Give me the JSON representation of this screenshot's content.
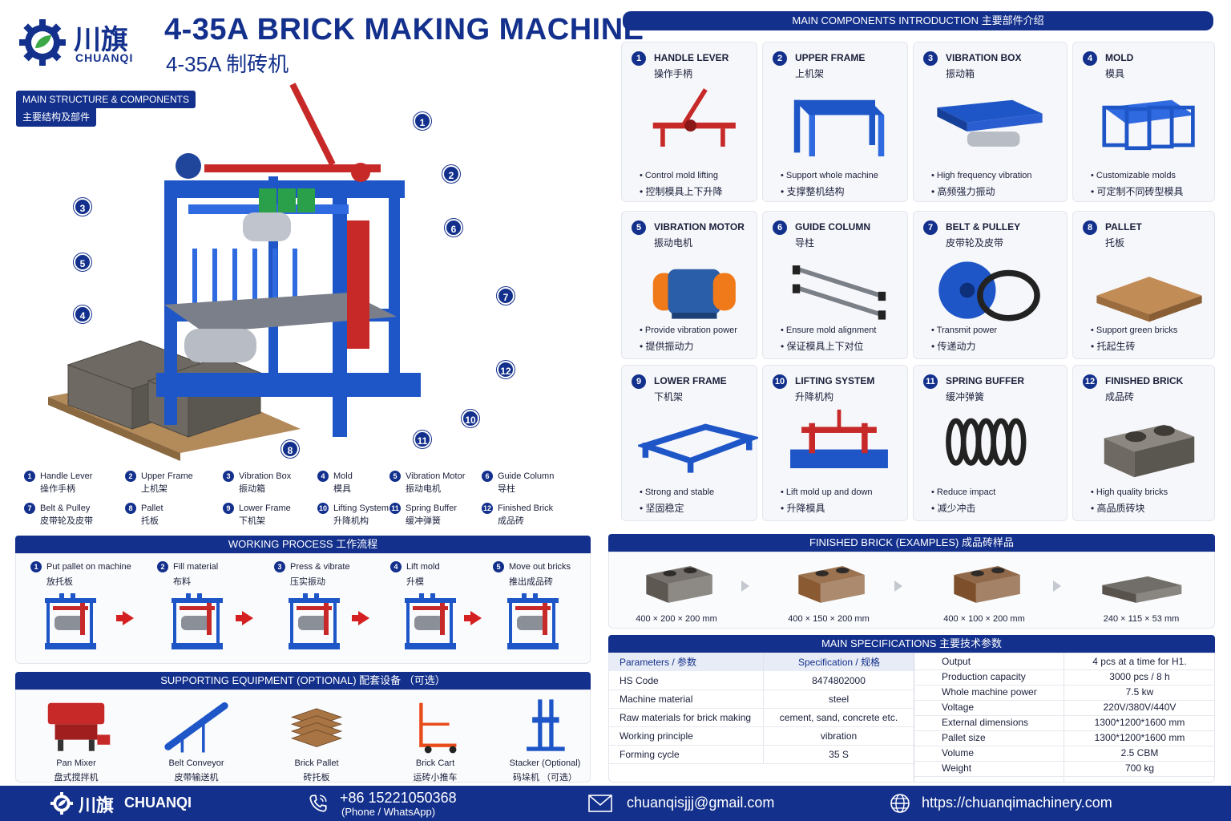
{
  "brand": {
    "cn": "川旗",
    "en": "CHUANQI"
  },
  "title": {
    "en": "4-35A BRICK MAKING MACHINE",
    "cn": "4-35A 制砖机"
  },
  "structure": {
    "label_en": "MAIN STRUCTURE & COMPONENTS",
    "label_cn": "主要结构及部件"
  },
  "callouts": [
    "1",
    "2",
    "3",
    "4",
    "5",
    "6",
    "7",
    "8",
    "10",
    "11",
    "12"
  ],
  "legend": [
    {
      "n": "1",
      "en": "Handle Lever",
      "cn": "操作手柄"
    },
    {
      "n": "2",
      "en": "Upper Frame",
      "cn": "上机架"
    },
    {
      "n": "3",
      "en": "Vibration Box",
      "cn": "振动箱"
    },
    {
      "n": "4",
      "en": "Mold",
      "cn": "模具"
    },
    {
      "n": "5",
      "en": "Vibration Motor",
      "cn": "振动电机"
    },
    {
      "n": "6",
      "en": "Guide Column",
      "cn": "导柱"
    },
    {
      "n": "7",
      "en": "Belt & Pulley",
      "cn": "皮带轮及皮带"
    },
    {
      "n": "8",
      "en": "Pallet",
      "cn": "托板"
    },
    {
      "n": "9",
      "en": "Lower Frame",
      "cn": "下机架"
    },
    {
      "n": "10",
      "en": "Lifting System",
      "cn": "升降机构"
    },
    {
      "n": "11",
      "en": "Spring Buffer",
      "cn": "缓冲弹簧"
    },
    {
      "n": "12",
      "en": "Finished Brick",
      "cn": "成品砖"
    }
  ],
  "components": {
    "header": "MAIN COMPONENTS INTRODUCTION   主要部件介绍",
    "items": [
      {
        "n": "1",
        "en": "HANDLE LEVER",
        "cn": "操作手柄",
        "b_en": "• Control mold lifting",
        "b_cn": "• 控制模具上下升降",
        "icon": "handle-lever"
      },
      {
        "n": "2",
        "en": "UPPER FRAME",
        "cn": "上机架",
        "b_en": "• Support whole machine",
        "b_cn": "• 支撑整机结构",
        "icon": "upper-frame"
      },
      {
        "n": "3",
        "en": "VIBRATION BOX",
        "cn": "振动箱",
        "b_en": "• High frequency vibration",
        "b_cn": "• 高频强力振动",
        "icon": "vibration-box"
      },
      {
        "n": "4",
        "en": "MOLD",
        "cn": "模具",
        "b_en": "• Customizable molds",
        "b_cn": "• 可定制不同砖型模具",
        "icon": "mold"
      },
      {
        "n": "5",
        "en": "VIBRATION MOTOR",
        "cn": "振动电机",
        "b_en": "• Provide vibration power",
        "b_cn": "• 提供振动力",
        "icon": "vibration-motor"
      },
      {
        "n": "6",
        "en": "GUIDE COLUMN",
        "cn": "导柱",
        "b_en": "• Ensure mold alignment",
        "b_cn": "• 保证模具上下对位",
        "icon": "guide-column"
      },
      {
        "n": "7",
        "en": "BELT & PULLEY",
        "cn": "皮带轮及皮带",
        "b_en": "• Transmit power",
        "b_cn": "• 传递动力",
        "icon": "belt-pulley"
      },
      {
        "n": "8",
        "en": "PALLET",
        "cn": "托板",
        "b_en": "• Support green bricks",
        "b_cn": "• 托起生砖",
        "icon": "pallet"
      },
      {
        "n": "9",
        "en": "LOWER FRAME",
        "cn": "下机架",
        "b_en": "• Strong and stable",
        "b_cn": "• 坚固稳定",
        "icon": "lower-frame"
      },
      {
        "n": "10",
        "en": "LIFTING SYSTEM",
        "cn": "升降机构",
        "b_en": "• Lift mold up and down",
        "b_cn": "• 升降模具",
        "icon": "lifting-system"
      },
      {
        "n": "11",
        "en": "SPRING BUFFER",
        "cn": "缓冲弹簧",
        "b_en": "• Reduce impact",
        "b_cn": "• 减少冲击",
        "icon": "spring-buffer"
      },
      {
        "n": "12",
        "en": "FINISHED BRICK",
        "cn": "成品砖",
        "b_en": "• High quality bricks",
        "b_cn": "• 高品质砖块",
        "icon": "finished-brick"
      }
    ]
  },
  "process": {
    "header": "WORKING PROCESS   工作流程",
    "steps": [
      {
        "n": "1",
        "en": "Put pallet on machine",
        "cn": "放托板"
      },
      {
        "n": "2",
        "en": "Fill material",
        "cn": "布料"
      },
      {
        "n": "3",
        "en": "Press & vibrate",
        "cn": "压实振动"
      },
      {
        "n": "4",
        "en": "Lift mold",
        "cn": "升模"
      },
      {
        "n": "5",
        "en": "Move out bricks",
        "cn": "推出成品砖"
      }
    ]
  },
  "bricks": {
    "header": "FINISHED BRICK (EXAMPLES)   成品砖样品",
    "items": [
      {
        "size": "400 × 200 × 200 mm",
        "color": "#5e5852"
      },
      {
        "size": "400 × 150 × 200 mm",
        "color": "#8a5a32"
      },
      {
        "size": "400 × 100 × 200 mm",
        "color": "#7d4f2a"
      },
      {
        "size": "240 × 115 × 53 mm",
        "color": "#58534d"
      }
    ]
  },
  "equipment": {
    "header": "SUPPORTING EQUIPMENT (OPTIONAL)   配套设备 （可选）",
    "items": [
      {
        "en": "Pan Mixer",
        "cn": "盘式搅拌机"
      },
      {
        "en": "Belt Conveyor",
        "cn": "皮带输送机"
      },
      {
        "en": "Brick Pallet",
        "cn": "砖托板"
      },
      {
        "en": "Brick Cart",
        "cn": "运砖小推车"
      },
      {
        "en": "Stacker (Optional)",
        "cn": "码垛机 （可选）"
      }
    ]
  },
  "specs": {
    "header": "MAIN SPECIFICATIONS   主要技术参数",
    "col_param": "Parameters / 参数",
    "col_spec": "Specification / 规格",
    "left": [
      {
        "k": "HS Code",
        "v": "8474802000"
      },
      {
        "k": "Machine material",
        "v": "steel"
      },
      {
        "k": "Raw materials for brick making",
        "v": "cement, sand, concrete etc."
      },
      {
        "k": "Working principle",
        "v": "vibration"
      },
      {
        "k": "Forming cycle",
        "v": "35 S"
      }
    ],
    "right": [
      {
        "k": "Output",
        "v": "4 pcs at a time for H1."
      },
      {
        "k": "Production capacity",
        "v": "3000 pcs / 8 h"
      },
      {
        "k": "Whole machine power",
        "v": "7.5 kw"
      },
      {
        "k": "Voltage",
        "v": "220V/380V/440V"
      },
      {
        "k": "External dimensions",
        "v": "1300*1200*1600 mm"
      },
      {
        "k": "Pallet size",
        "v": "1300*1200*1600 mm"
      },
      {
        "k": "Volume",
        "v": "2.5 CBM"
      },
      {
        "k": "Weight",
        "v": "700 kg"
      }
    ]
  },
  "footer": {
    "phone": "+86 15221050368",
    "phone_sub": "(Phone / WhatsApp)",
    "email": "chuanqisjjj@gmail.com",
    "web": "https://chuanqimachinery.com"
  }
}
